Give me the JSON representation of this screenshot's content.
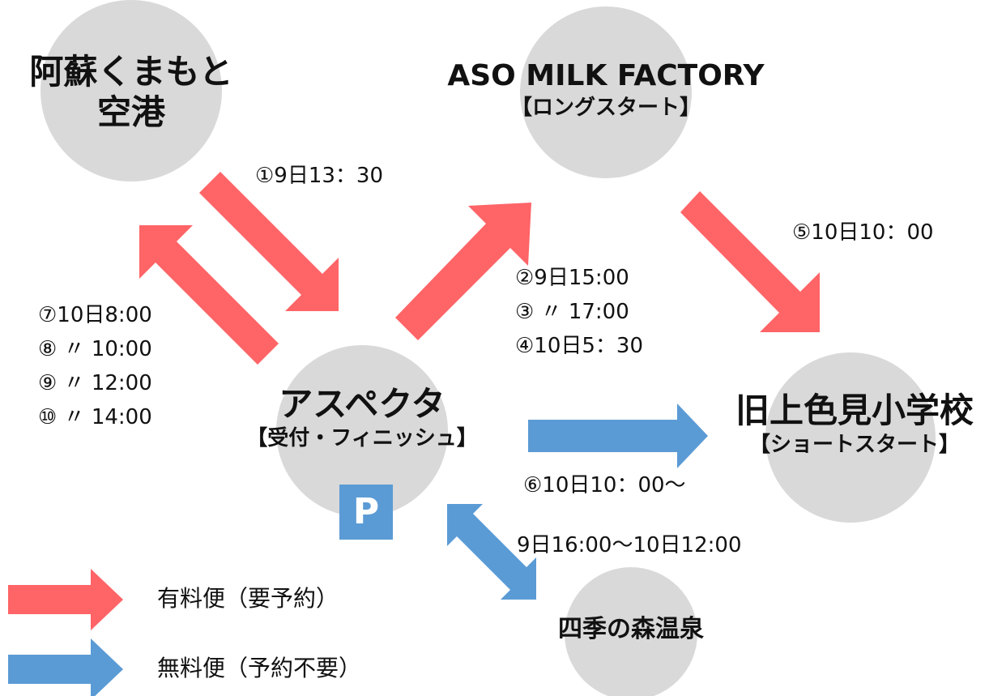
{
  "colors": {
    "paid": "#ff6467",
    "free": "#5b9bd5",
    "node": "#d9d9d9",
    "parking": "#5b9bd5"
  },
  "nodes": {
    "airport": {
      "line1": "阿蘇くまもと",
      "line2": "空港"
    },
    "milk": {
      "line1": "ASO MILK FACTORY",
      "line2": "【ロングスタート】"
    },
    "aspekta": {
      "line1": "アスペクタ",
      "line2": "【受付・フィニッシュ】"
    },
    "school": {
      "line1": "旧上色見小学校",
      "line2": "【ショートスタート】"
    },
    "onsen": {
      "line1": "四季の森温泉"
    }
  },
  "parking": {
    "label": "P",
    "icon": "parking-icon"
  },
  "times": {
    "t1": "①9日13：30",
    "t2": [
      "②9日15:00",
      "③ 〃 17:00",
      "④10日5：30"
    ],
    "t5": "⑤10日10：00",
    "t6": "⑥10日10：00～",
    "t7": [
      "⑦10日8:00",
      "⑧ 〃 10:00",
      "⑨ 〃 12:00",
      "⑩ 〃 14:00"
    ],
    "onsen": "9日16:00～10日12:00"
  },
  "legend": {
    "paid": {
      "label": "有料便（要予約）",
      "icon": "red-arrow-icon"
    },
    "free": {
      "label": "無料便（予約不要）",
      "icon": "blue-arrow-icon"
    }
  }
}
